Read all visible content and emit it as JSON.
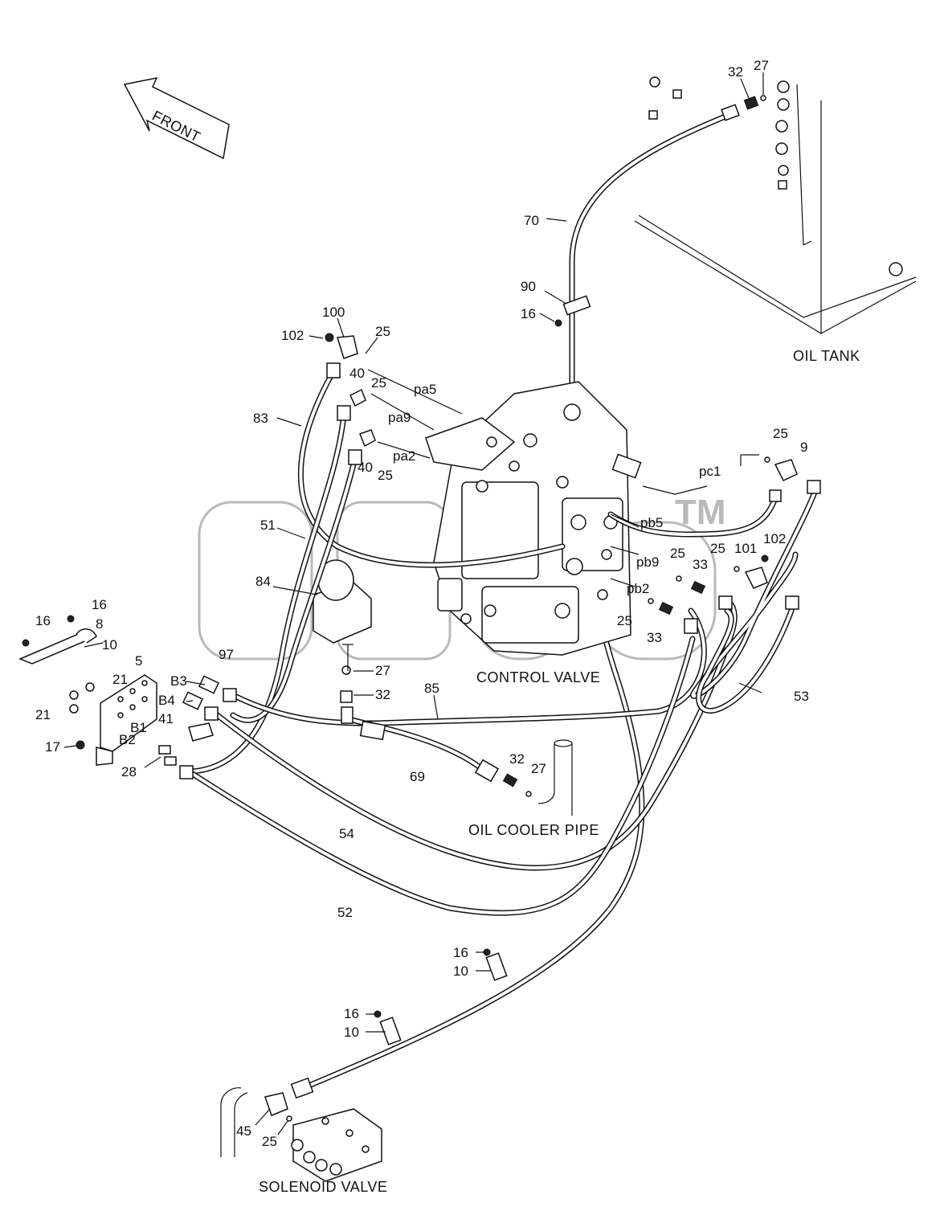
{
  "captions": {
    "front": "FRONT",
    "oil_tank": "OIL TANK",
    "control_valve": "CONTROL VALVE",
    "oil_cooler_pipe": "OIL COOLER PIPE",
    "solenoid_valve": "SOLENOID VALVE"
  },
  "watermark": {
    "mark": "TM"
  },
  "part_labels": [
    {
      "id": "l32a",
      "text": "32"
    },
    {
      "id": "l27a",
      "text": "27"
    },
    {
      "id": "l70",
      "text": "70"
    },
    {
      "id": "l90",
      "text": "90"
    },
    {
      "id": "l16a",
      "text": "16"
    },
    {
      "id": "l100",
      "text": "100"
    },
    {
      "id": "l102a",
      "text": "102"
    },
    {
      "id": "l25a",
      "text": "25"
    },
    {
      "id": "l40a",
      "text": "40"
    },
    {
      "id": "l25b",
      "text": "25"
    },
    {
      "id": "lpa5",
      "text": "pa5"
    },
    {
      "id": "lpa9",
      "text": "pa9"
    },
    {
      "id": "lpa2",
      "text": "pa2"
    },
    {
      "id": "l40b",
      "text": "40"
    },
    {
      "id": "l25c",
      "text": "25"
    },
    {
      "id": "l83",
      "text": "83"
    },
    {
      "id": "l25d",
      "text": "25"
    },
    {
      "id": "l9",
      "text": "9"
    },
    {
      "id": "lpc1",
      "text": "pc1"
    },
    {
      "id": "lpb5",
      "text": "pb5"
    },
    {
      "id": "l102b",
      "text": "102"
    },
    {
      "id": "l101",
      "text": "101"
    },
    {
      "id": "l25e",
      "text": "25"
    },
    {
      "id": "l25f",
      "text": "25"
    },
    {
      "id": "lpb9",
      "text": "pb9"
    },
    {
      "id": "l33a",
      "text": "33"
    },
    {
      "id": "lpb2",
      "text": "pb2"
    },
    {
      "id": "l25g",
      "text": "25"
    },
    {
      "id": "l33b",
      "text": "33"
    },
    {
      "id": "l51",
      "text": "51"
    },
    {
      "id": "l84",
      "text": "84"
    },
    {
      "id": "l16b",
      "text": "16"
    },
    {
      "id": "l8",
      "text": "8"
    },
    {
      "id": "l16c",
      "text": "16"
    },
    {
      "id": "l10a",
      "text": "10"
    },
    {
      "id": "l5",
      "text": "5"
    },
    {
      "id": "l21a",
      "text": "21"
    },
    {
      "id": "l21b",
      "text": "21"
    },
    {
      "id": "lB3",
      "text": "B3"
    },
    {
      "id": "l97",
      "text": "97"
    },
    {
      "id": "l27b",
      "text": "27"
    },
    {
      "id": "lB4",
      "text": "B4"
    },
    {
      "id": "l41",
      "text": "41"
    },
    {
      "id": "l32b",
      "text": "32"
    },
    {
      "id": "l85",
      "text": "85"
    },
    {
      "id": "lB1",
      "text": "B1"
    },
    {
      "id": "lB2",
      "text": "B2"
    },
    {
      "id": "l17",
      "text": "17"
    },
    {
      "id": "l28",
      "text": "28"
    },
    {
      "id": "l53",
      "text": "53"
    },
    {
      "id": "l32c",
      "text": "32"
    },
    {
      "id": "l27c",
      "text": "27"
    },
    {
      "id": "l69",
      "text": "69"
    },
    {
      "id": "l54",
      "text": "54"
    },
    {
      "id": "l52",
      "text": "52"
    },
    {
      "id": "l16d",
      "text": "16"
    },
    {
      "id": "l10b",
      "text": "10"
    },
    {
      "id": "l16e",
      "text": "16"
    },
    {
      "id": "l10c",
      "text": "10"
    },
    {
      "id": "l45",
      "text": "45"
    },
    {
      "id": "l25h",
      "text": "25"
    }
  ]
}
